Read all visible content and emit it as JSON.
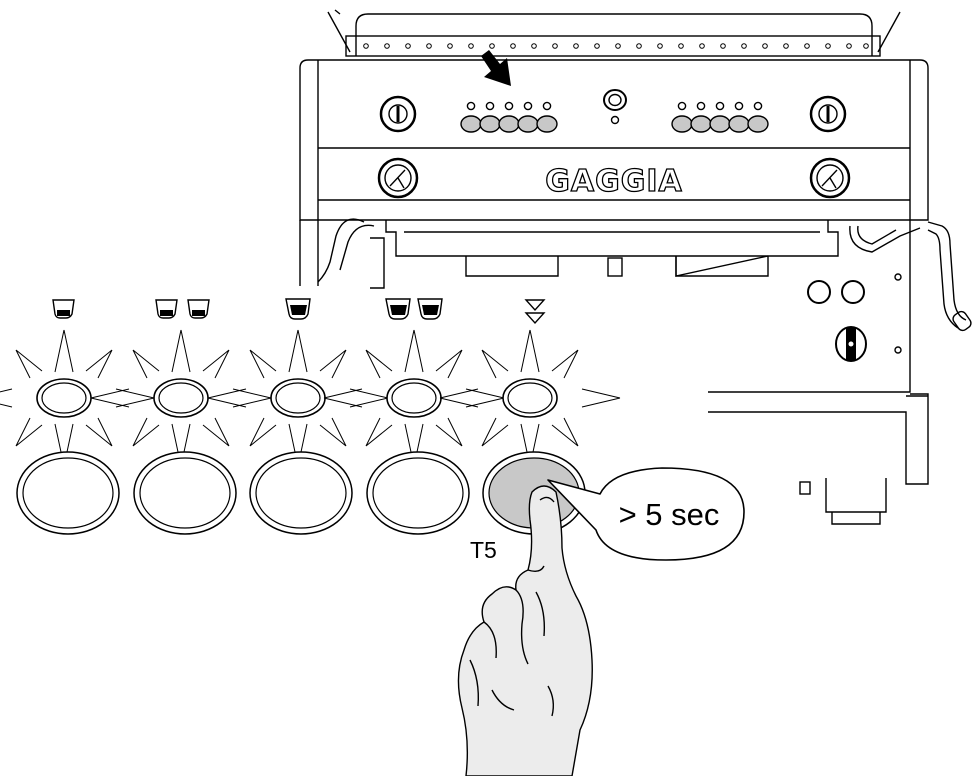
{
  "machine": {
    "brand": "GAGGIA"
  },
  "controls": {
    "buttons": [
      {
        "id": "T1",
        "icon": "single-small-cup-icon",
        "state": "flashing"
      },
      {
        "id": "T2",
        "icon": "double-small-cup-icon",
        "state": "flashing"
      },
      {
        "id": "T3",
        "icon": "single-large-cup-icon",
        "state": "flashing"
      },
      {
        "id": "T4",
        "icon": "double-large-cup-icon",
        "state": "flashing"
      },
      {
        "id": "T5",
        "icon": "continuous-flow-icon",
        "state": "pressed"
      }
    ],
    "pressed_button_label": "T5",
    "press_duration": "> 5 sec"
  },
  "colors": {
    "stroke": "#000000",
    "pressed_button": "#c8c8c8",
    "button_face": "#c8c8c8",
    "hand_fill": "#ececec"
  }
}
